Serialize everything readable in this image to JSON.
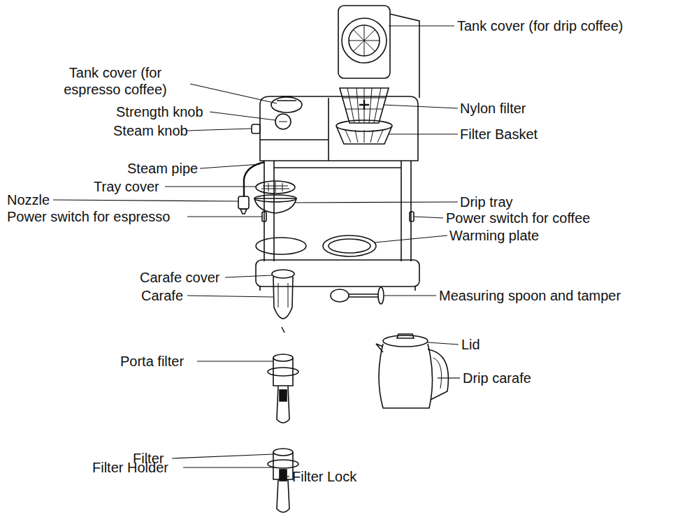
{
  "diagram": {
    "labels": [
      "Tank cover (for drip coffee)",
      "Tank cover (for espresso coffee)",
      "Strength knob",
      "Nylon filter",
      "Steam knob",
      "Filter Basket",
      "Steam pipe",
      "Tray cover",
      "Nozzle",
      "Drip tray",
      "Power switch for espresso",
      "Power switch for coffee",
      "Warming plate",
      "Carafe cover",
      "Carafe",
      "Measuring spoon and tamper",
      "Lid",
      "Porta filter",
      "Drip carafe",
      "Filter",
      "Filter Holder",
      "Filter Lock"
    ]
  }
}
